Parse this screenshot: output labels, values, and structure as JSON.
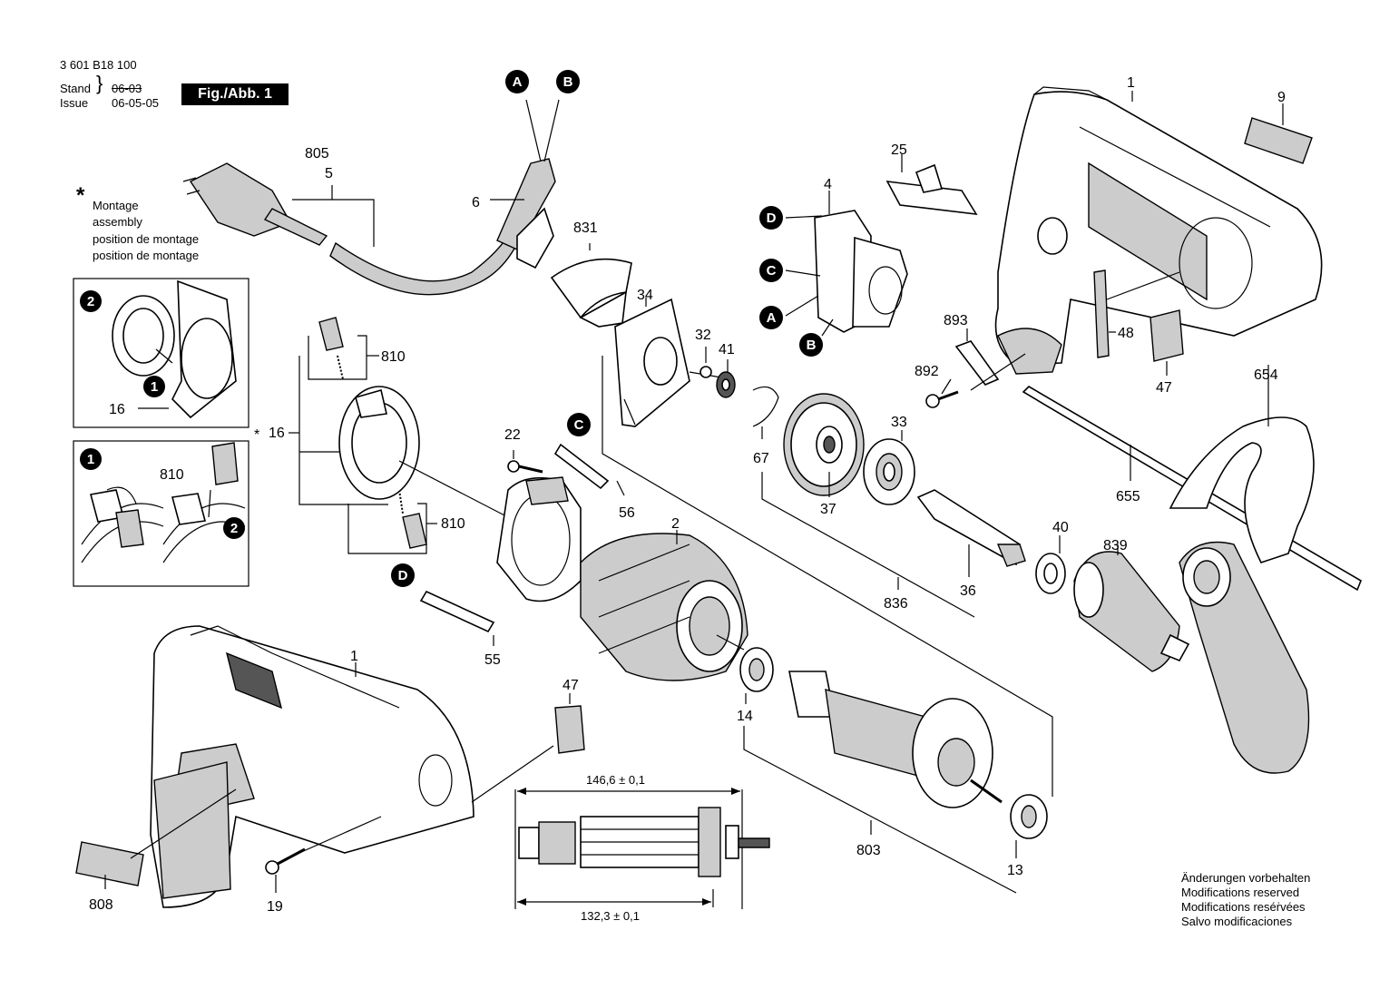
{
  "header": {
    "part_number": "3 601 B18 100",
    "stand_label": "Stand",
    "stand_value": "06-03",
    "issue_label": "Issue",
    "issue_value": "06-05-05",
    "figure_tag": "Fig./Abb. 1"
  },
  "legend": {
    "symbol": "*",
    "lines": [
      "Montage",
      "assembly",
      "position de montage",
      "position de montage"
    ]
  },
  "modifications": [
    "Änderungen vorbehalten",
    "Modifications reserved",
    "Modifications reséṙvées",
    "Salvo modificaciones"
  ],
  "dimensions": {
    "top": "146,6 ± 0,1",
    "bottom": "132,3 ± 0,1"
  },
  "callouts": [
    "A",
    "B",
    "C",
    "D",
    "1",
    "2"
  ],
  "part_labels": {
    "p805": "805",
    "p5": "5",
    "p6": "6",
    "p831": "831",
    "p34": "34",
    "p32": "32",
    "p41": "41",
    "p4": "4",
    "p25": "25",
    "p1a": "1",
    "p9": "9",
    "p893": "893",
    "p892": "892",
    "p48": "48",
    "p47a": "47",
    "p810a": "810",
    "p810b": "810",
    "p810c": "810",
    "p16a": "16",
    "p16b": "16",
    "p16star": "*",
    "p22": "22",
    "p56": "56",
    "p67": "67",
    "p37": "37",
    "p33": "33",
    "p654": "654",
    "p655": "655",
    "p2": "2",
    "p40": "40",
    "p839": "839",
    "p836": "836",
    "p36": "36",
    "p55": "55",
    "p1b": "1",
    "p47b": "47",
    "p14": "14",
    "p803": "803",
    "p13": "13",
    "p808": "808",
    "p19": "19"
  }
}
